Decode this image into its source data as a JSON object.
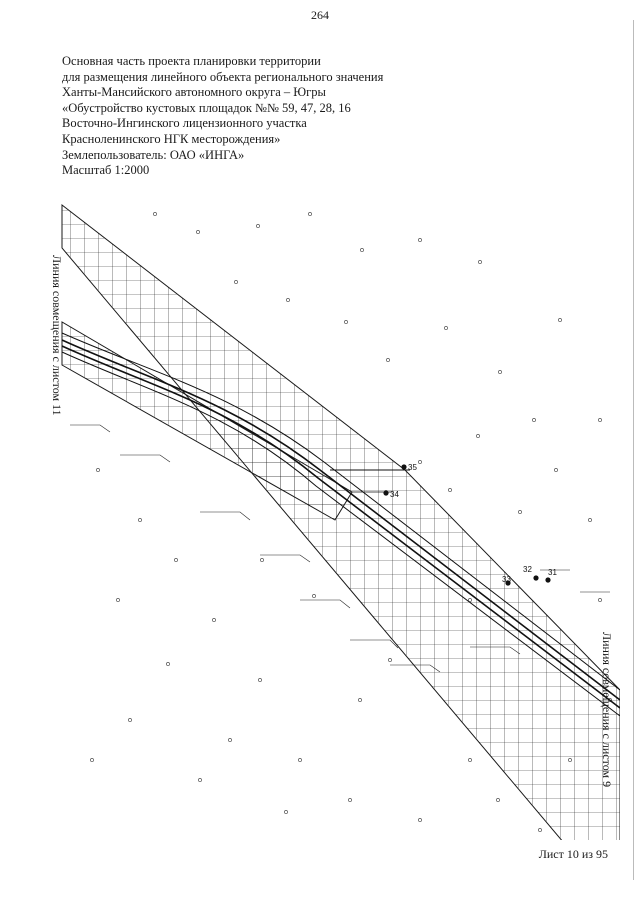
{
  "page_number": "264",
  "title_lines": [
    "Основная часть проекта планировки территории",
    "для размещения линейного объекта регионального значения",
    "Ханты-Мансийского автономного округа – Югры",
    "«Обустройство кустовых площадок №№ 59, 47, 28, 16",
    "Восточно-Ингинского лицензионного участка",
    "Красноленинского НГК месторождения»",
    "Землепользователь: ОАО «ИНГА»",
    "Масштаб 1:2000"
  ],
  "match_line_left": "Линия совмещения с листом 11",
  "match_line_right": "Линия совмещения с листом 9",
  "point_labels": [
    "35",
    "34",
    "33",
    "32",
    "31"
  ],
  "sheet_counter": "Лист 10 из 95",
  "colors": {
    "ink": "#1a1a1a",
    "paper": "#ffffff"
  }
}
